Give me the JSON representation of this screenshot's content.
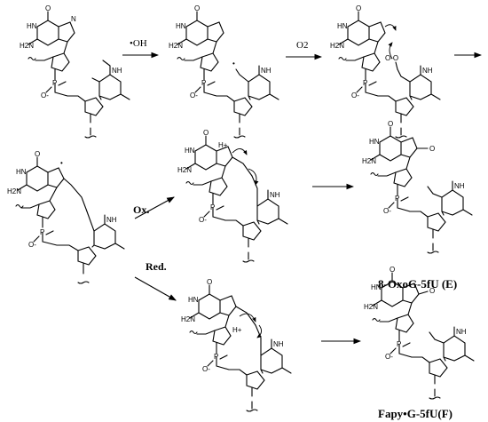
{
  "reagents": {
    "step1": "•OH",
    "step2": "O2",
    "oxidation": "Ox.",
    "reduction": "Red."
  },
  "products": {
    "oxidized": "8-OxoG-5fU (E)",
    "reduced": "Fapy•G-5fU(F)"
  },
  "atoms": {
    "oxygen": "O",
    "nitrogen_h": "NH",
    "hn": "HN",
    "amine": "H2N",
    "n": "N",
    "h": "H",
    "h_plus": "H+",
    "phosphorus": "P",
    "o_minus": "O-",
    "radical_dot": "•",
    "oo": "O-O"
  },
  "colors": {
    "ink": "#000000",
    "background": "#ffffff"
  }
}
